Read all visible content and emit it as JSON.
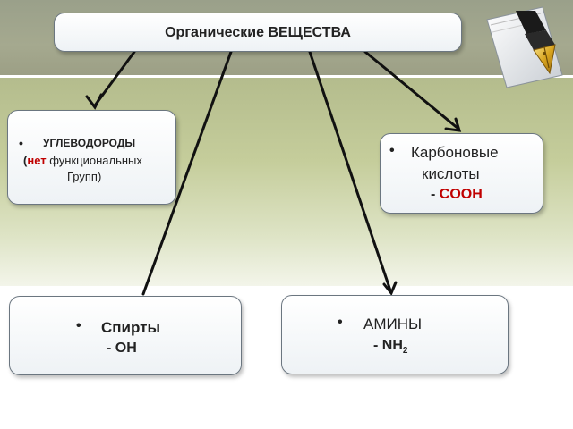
{
  "title": "Органические  ВЕЩЕСТВА",
  "boxes": {
    "hydrocarbons": {
      "line1": "УГЛЕВОДОРОДЫ",
      "paren_open": "(",
      "none_word": "нет",
      "line2_rest": " функциональных",
      "line3": "Групп)"
    },
    "carboxylic": {
      "line1": "Карбоновые",
      "line2": "кислоты",
      "dash": "- ",
      "group": "COOH"
    },
    "alcohols": {
      "line1": "Спирты",
      "group": "- OH"
    },
    "amines": {
      "line1": "АМИНЫ",
      "group": "- NH",
      "subscript": "2"
    }
  },
  "bullet": "•",
  "colors": {
    "accent_red": "#c00000",
    "arrow": "#111111",
    "band_top": "#9aa08a",
    "band_mid": "#c5cd9b"
  },
  "icons": {
    "pen": "fountain-pen-icon"
  }
}
